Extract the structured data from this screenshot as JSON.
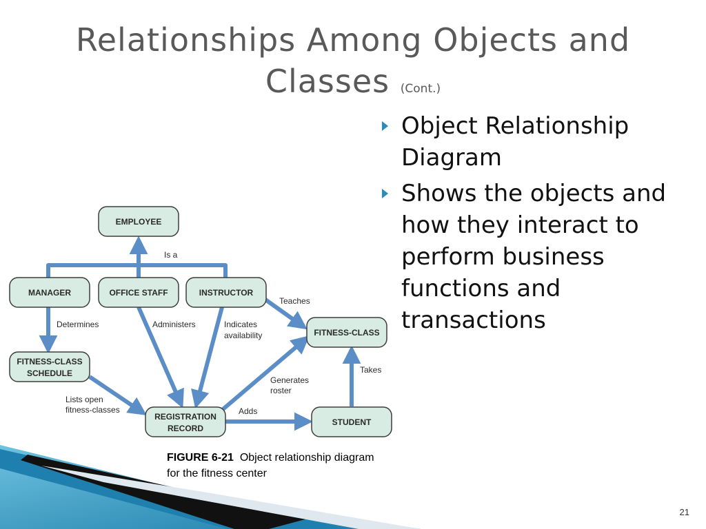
{
  "slide": {
    "title_line1": "Relationships Among Objects and",
    "title_line2": "Classes",
    "title_suffix": "(Cont.)",
    "bullets": [
      "Object Relationship Diagram",
      "Shows the objects and how they interact to perform business functions and transactions"
    ],
    "page_number": "21"
  },
  "figure": {
    "caption_label": "FIGURE 6-21",
    "caption_text": "Object relationship diagram",
    "caption_text2": "for the fitness center",
    "nodes": {
      "employee": "EMPLOYEE",
      "manager": "MANAGER",
      "office_staff": "OFFICE STAFF",
      "instructor": "INSTRUCTOR",
      "schedule_line1": "FITNESS-CLASS",
      "schedule_line2": "SCHEDULE",
      "fitness_class": "FITNESS-CLASS",
      "registration_line1": "REGISTRATION",
      "registration_line2": "RECORD",
      "student": "STUDENT"
    },
    "edges": {
      "is_a": "Is a",
      "teaches": "Teaches",
      "determines": "Determines",
      "administers": "Administers",
      "indicates_line1": "Indicates",
      "indicates_line2": "availability",
      "generates_line1": "Generates",
      "generates_line2": "roster",
      "takes": "Takes",
      "lists_line1": "Lists open",
      "lists_line2": "fitness-classes",
      "adds": "Adds"
    },
    "colors": {
      "node_fill": "#d8ece3",
      "node_stroke": "#3d3d3d",
      "arrow": "#5b8ec7"
    }
  }
}
